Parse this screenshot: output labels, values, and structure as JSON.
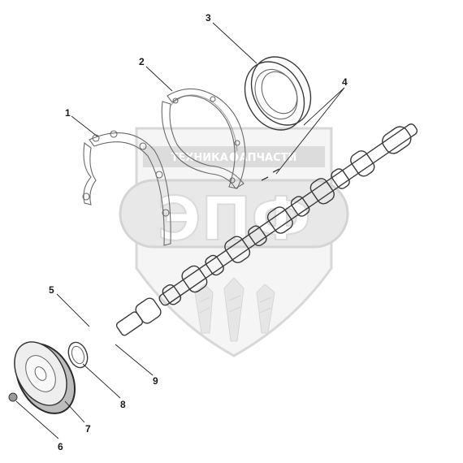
{
  "watermark": {
    "banner_text": "ТЕХНИКА    ЗАПЧАСТИ",
    "logo_text": "ЭПФ"
  },
  "callouts": [
    {
      "id": "1",
      "label": "1"
    },
    {
      "id": "2",
      "label": "2"
    },
    {
      "id": "3",
      "label": "3"
    },
    {
      "id": "4",
      "label": "4"
    },
    {
      "id": "5",
      "label": "5"
    },
    {
      "id": "6",
      "label": "6"
    },
    {
      "id": "7",
      "label": "7"
    },
    {
      "id": "8",
      "label": "8"
    },
    {
      "id": "9",
      "label": "9"
    }
  ],
  "colors": {
    "line": "#222222",
    "watermark": "#d9d9d9",
    "sketch": "#6a6a6a"
  }
}
